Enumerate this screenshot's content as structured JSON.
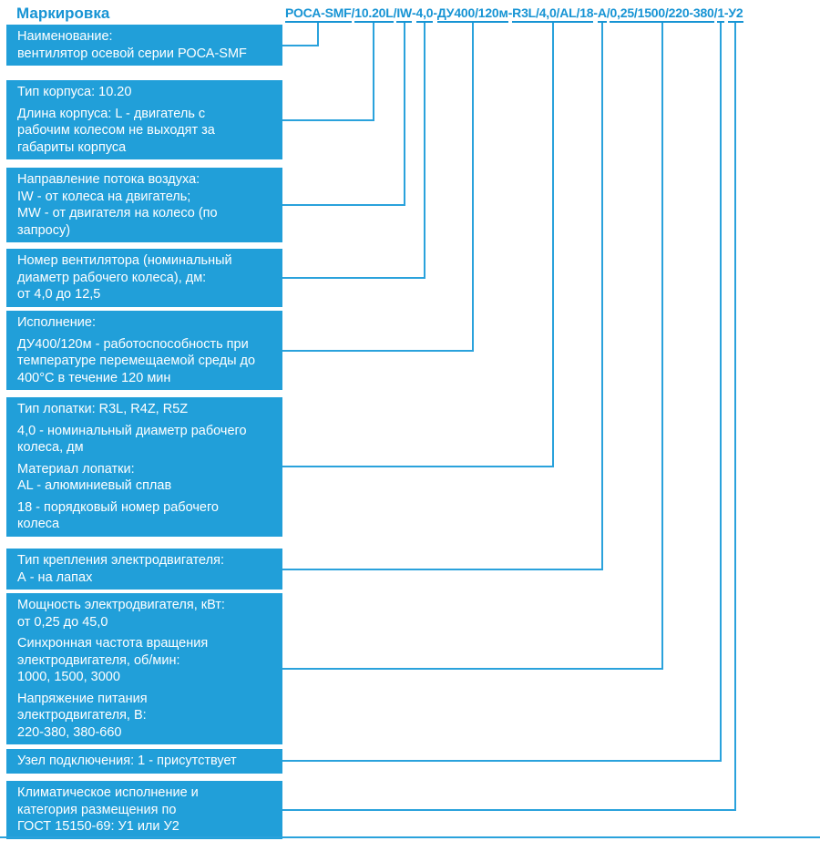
{
  "colors": {
    "accent": "#1794d4",
    "box_bg": "#219fd9",
    "connector_line": "#2aa2dc",
    "box_text": "#ffffff"
  },
  "title": "Маркировка",
  "code": {
    "full": "РОСА-SMF/10.20L/IW-4,0-ДУ400/120м-R3L/4,0/AL/18-А/0,25/1500/220-380/1-У2",
    "segments": [
      {
        "text": "РОСА-SMF",
        "underlined": true
      },
      {
        "text": "/",
        "underlined": false
      },
      {
        "text": "10.20L",
        "underlined": true
      },
      {
        "text": "/",
        "underlined": false
      },
      {
        "text": "IW",
        "underlined": true
      },
      {
        "text": "-",
        "underlined": false
      },
      {
        "text": "4,0",
        "underlined": true
      },
      {
        "text": "-",
        "underlined": false
      },
      {
        "text": "ДУ400/120м",
        "underlined": true
      },
      {
        "text": "-",
        "underlined": false
      },
      {
        "text": "R3L/4,0/AL/18",
        "underlined": true
      },
      {
        "text": "-",
        "underlined": false
      },
      {
        "text": "А",
        "underlined": true
      },
      {
        "text": "/",
        "underlined": false
      },
      {
        "text": "0,25/1500/220-380",
        "underlined": true
      },
      {
        "text": "/",
        "underlined": false
      },
      {
        "text": "1",
        "underlined": true
      },
      {
        "text": "-",
        "underlined": false
      },
      {
        "text": "У2",
        "underlined": true
      }
    ]
  },
  "boxes": [
    {
      "id": "name",
      "paragraphs": [
        "Наименование:\nвентилятор осевой серии РОСА-SMF"
      ]
    },
    {
      "id": "housing",
      "paragraphs": [
        "Тип корпуса: 10.20",
        "Длина корпуса: L - двигатель с\nрабочим колесом не выходят за\nгабариты корпуса"
      ]
    },
    {
      "id": "airflow-direction",
      "paragraphs": [
        "Направление потока воздуха:\nIW - от колеса на двигатель;\nMW - от двигателя на колесо (по\nзапросу)"
      ]
    },
    {
      "id": "fan-number",
      "paragraphs": [
        "Номер вентилятора (номинальный\nдиаметр рабочего колеса), дм:\nот 4,0 до 12,5"
      ]
    },
    {
      "id": "design",
      "paragraphs": [
        "Исполнение:",
        "ДУ400/120м - работоспособность при\nтемпературе перемещаемой среды до\n400°С в течение 120 мин"
      ]
    },
    {
      "id": "blade",
      "paragraphs": [
        "Тип лопатки: R3L, R4Z, R5Z",
        "4,0 - номинальный диаметр рабочего\nколеса, дм",
        "Материал лопатки:\nAL - алюминиевый сплав",
        "18 - порядковый номер рабочего\nколеса"
      ]
    },
    {
      "id": "motor-mounting",
      "paragraphs": [
        "Тип крепления электродвигателя:\nА - на лапах"
      ]
    },
    {
      "id": "motor-power",
      "paragraphs": [
        "Мощность электродвигателя, кВт:\nот 0,25 до 45,0",
        "Синхронная частота вращения\nэлектродвигателя, об/мин:\n1000, 1500, 3000",
        "Напряжение питания\nэлектродвигателя, В:\n220-380, 380-660"
      ]
    },
    {
      "id": "connection-unit",
      "paragraphs": [
        "Узел подключения: 1 - присутствует"
      ]
    },
    {
      "id": "climatic",
      "paragraphs": [
        "Климатическое исполнение и\nкатегория размещения по\nГОСТ 15150-69: У1 или У2"
      ]
    }
  ]
}
